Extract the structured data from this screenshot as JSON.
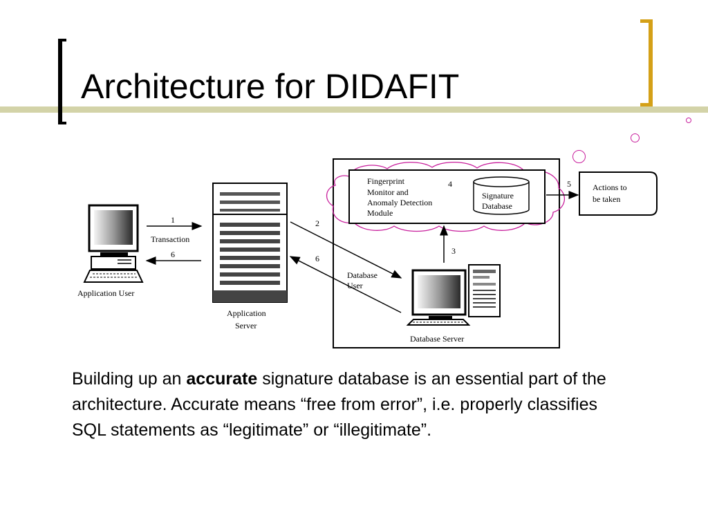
{
  "slide": {
    "title": "Architecture for DIDAFIT",
    "accent_color": "#d4a017",
    "rule_color": "#d3d3a8",
    "cloud_color": "#c81e9c"
  },
  "diagram": {
    "application_user_label": "Application User",
    "application_server_label_1": "Application",
    "application_server_label_2": "Server",
    "transaction_num": "1",
    "transaction_label": "Transaction",
    "return_num": "6",
    "db_request_num": "2",
    "db_return_num": "6",
    "database_user_label_1": "Database",
    "database_user_label_2": "User",
    "module_label_1": "Fingerprint",
    "module_label_2": "Monitor and",
    "module_label_3": "Anomaly Detection",
    "module_label_4": "Module",
    "module_num": "4",
    "signature_db_label_1": "Signature",
    "signature_db_label_2": "Database",
    "step3_num": "3",
    "step5_num": "5",
    "actions_label_1": "Actions to",
    "actions_label_2": "be taken",
    "database_server_label": "Database Server"
  },
  "body": {
    "text_before": "Building up an ",
    "text_bold": "accurate",
    "text_after": " signature database is an essential part of the architecture. Accurate means “free from error”, i.e. properly classifies SQL statements as “legitimate” or “illegitimate”."
  }
}
